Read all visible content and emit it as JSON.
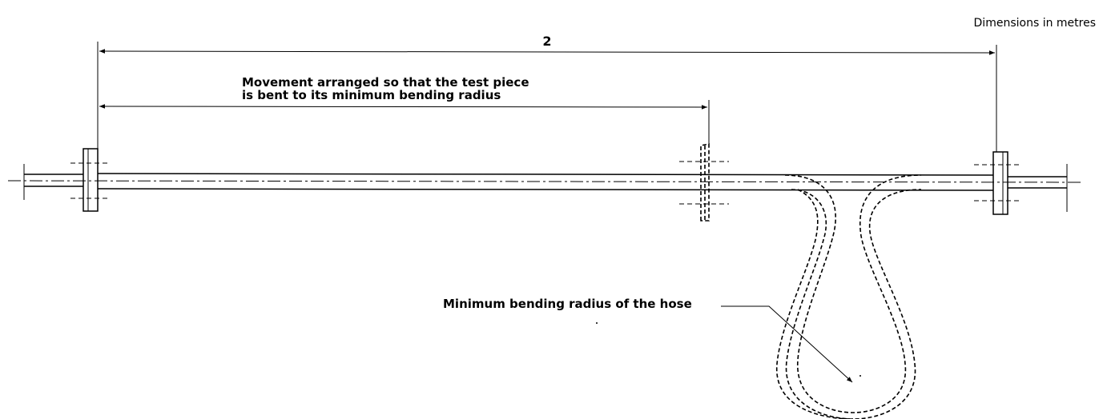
{
  "units_label": "Dimensions in metres",
  "overall_dimension": "2",
  "movement_note": {
    "line1": "Movement arranged so that the test piece",
    "line2": "is bent to its minimum bending radius"
  },
  "radius_label": "Minimum bending radius of the hose",
  "colors": {
    "line": "#000000",
    "background": "#ffffff"
  }
}
